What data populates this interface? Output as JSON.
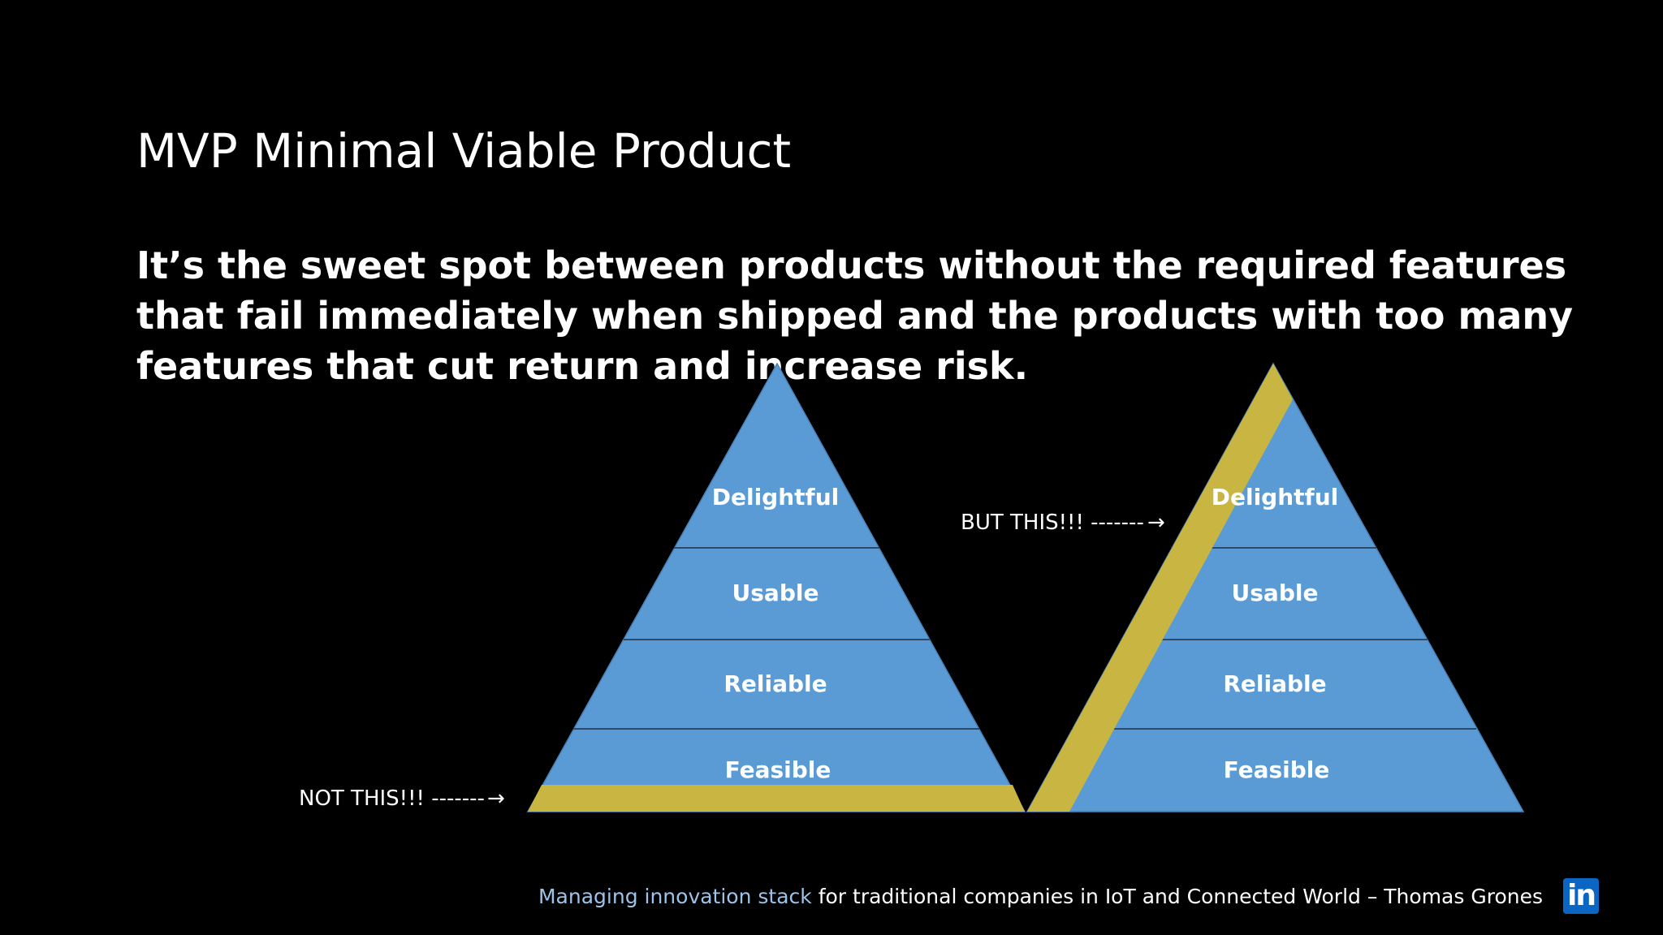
{
  "slide": {
    "title": "MVP Minimal Viable Product",
    "body": "It’s the sweet spot between products without the required features that fail immediately when shipped and the products with too many features that cut return and increase risk."
  },
  "diagram": {
    "colors": {
      "pyramid_fill": "#5b9bd5",
      "divider": "#2e4a6b",
      "highlight": "#c9b541",
      "label": "#ffffff"
    },
    "levels": [
      "Delightful",
      "Usable",
      "Reliable",
      "Feasible"
    ],
    "left_pyramid": {
      "annotation": "NOT THIS!!! -------",
      "arrow_glyph": "→"
    },
    "right_pyramid": {
      "annotation": "BUT THIS!!! -------",
      "arrow_glyph": "→"
    }
  },
  "footer": {
    "highlight": "Managing innovation stack",
    "rest": " for traditional companies in IoT and Connected World – Thomas Grones",
    "logo_text": "in",
    "logo_icon": "linkedin-icon"
  }
}
